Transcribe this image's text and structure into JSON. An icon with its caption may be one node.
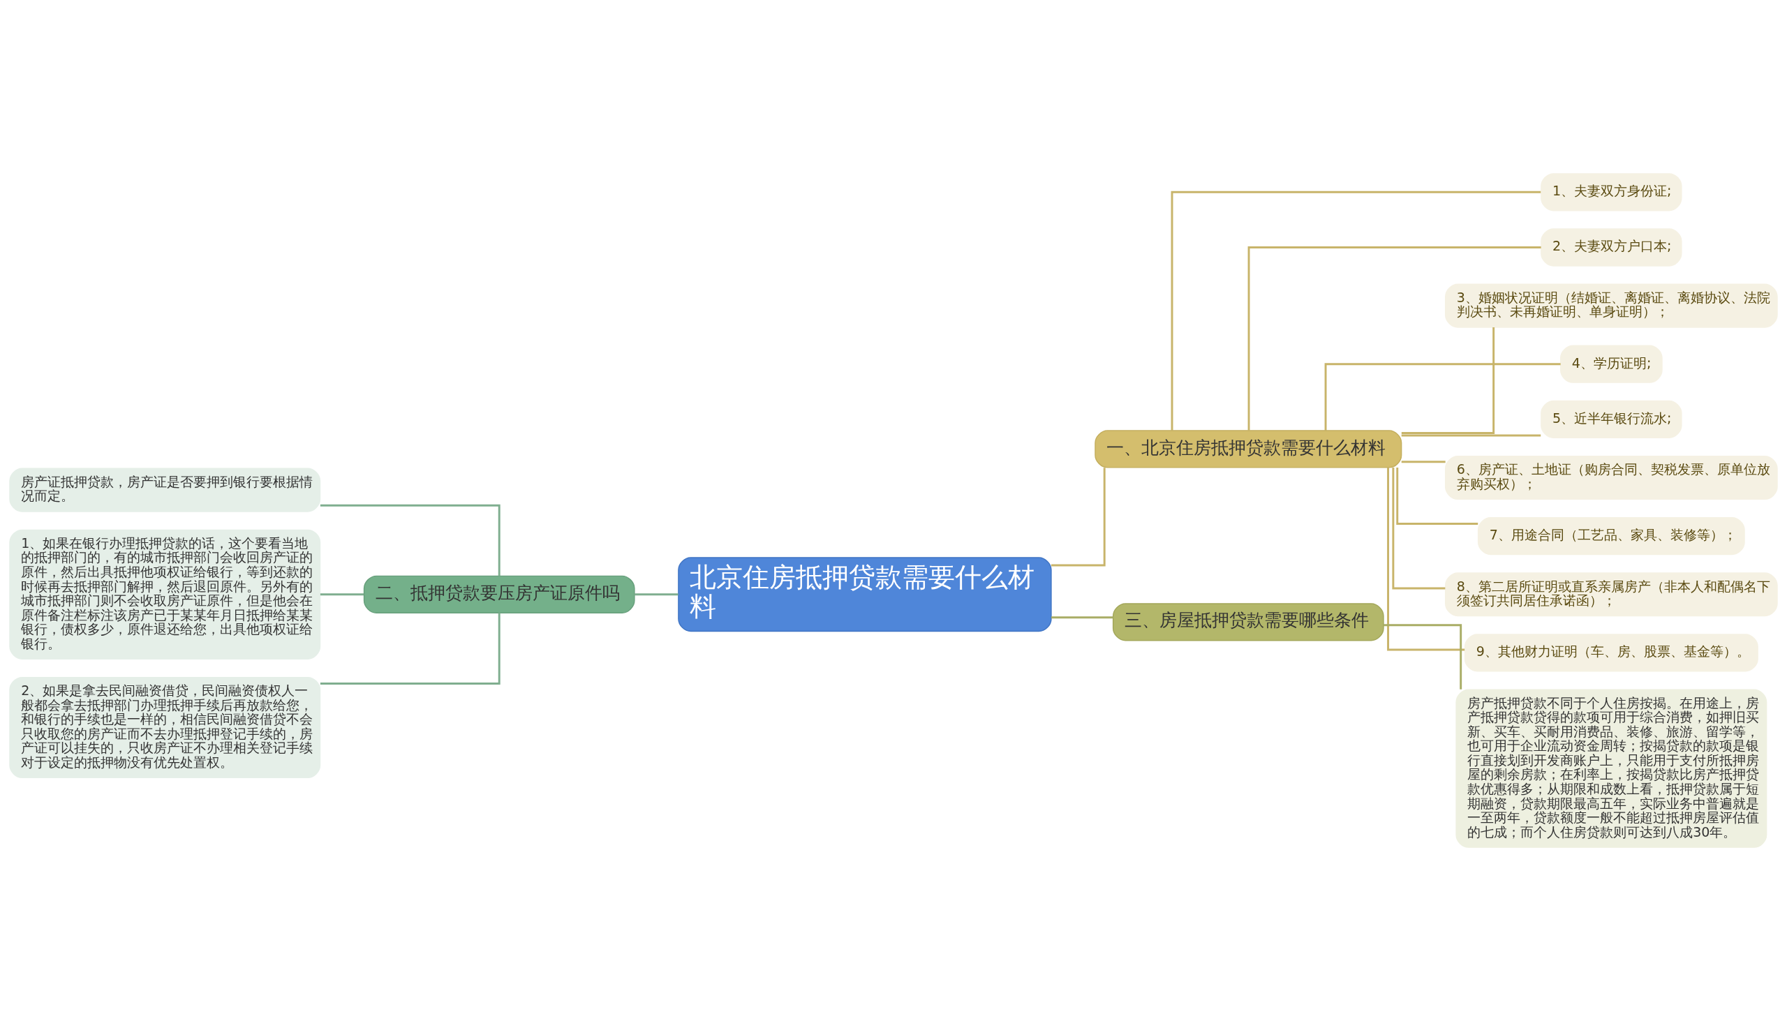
{
  "diagram": {
    "nodes": [
      {
        "text": [
          "北京住房抵押贷款需要什么材料"
        ]
      },
      {
        "text": [
          "一、北京住房抵押贷款需要什么材料"
        ]
      },
      {
        "text": [
          "1、夫妻双方身份证;"
        ]
      },
      {
        "text": [
          "2、夫妻双方户口本;"
        ]
      },
      {
        "text": [
          "3、婚姻状况证明（结婚证、离婚证、离婚协议、法院判决书、未再婚证明、单身证明）；"
        ]
      },
      {
        "text": [
          "4、学历证明;"
        ]
      },
      {
        "text": [
          "5、近半年银行流水;"
        ]
      },
      {
        "text": [
          "6、房产证、土地证（购房合同、契税发票、原单位放弃购买权）；"
        ]
      },
      {
        "text": [
          "7、用途合同（工艺品、家具、装修等）；"
        ]
      },
      {
        "text": [
          "8、第二居所证明或直系亲属房产（非本人和配偶名下须签订共同居住承诺函）；"
        ]
      },
      {
        "text": [
          "9、其他财力证明（车、房、股票、基金等）。"
        ]
      },
      {
        "text": [
          "二、抵押贷款要压房产证原件吗"
        ]
      },
      {
        "text": [
          "房产证抵押贷款，房产证是否要押到银行要根据情况而定。"
        ]
      },
      {
        "text": [
          "1、如果在银行办理抵押贷款的话，这个要看当地的抵押部门的，有的城市抵押部门会收回房产证的原件，然后出具抵押他项权证给银行，等到还款的时候再去抵押部门解押，然后退回原件。另外有的城市抵押部门则不会收取房产证原件，但是他会在原件备注栏标注该房产已于某某年月日抵押给某某银行，债权多少，原件退还给您，出具他项权证给银行。"
        ]
      },
      {
        "text": [
          "2、如果是拿去民间融资借贷，民间融资债权人一般都会拿去抵押部门办理抵押手续后再放款给您，和银行的手续也是一样的，相信民间融资借贷不会只收取您的房产证而不去办理抵押登记手续的，房产证可以挂失的，只收房产证不办理相关登记手续对于设定的抵押物没有优先处置权。"
        ]
      },
      {
        "text": [
          "三、房屋抵押贷款需要哪些条件"
        ]
      },
      {
        "text": [
          "房产抵押贷款不同于个人住房按揭。在用途上，房产抵押贷款贷得的款项可用于综合消费，如押旧买新、买车、买耐用消费品、装修、旅游、留学等，也可用于企业流动资金周转；按揭贷款的款项是银行直接划到开发商账户上，只能用于支付所抵押房屋的剩余房款；在利率上，按揭贷款比房产抵押贷款优惠得多；从期限和成数上看，抵押贷款属于短期融资，贷款期限最高五年，实际业务中普遍就是一至两年，贷款额度一般不能超过抵押房屋评估值的七成；而个人住房贷款则可达到八成30年。"
        ]
      }
    ],
    "edges": [
      {
        "from": 0,
        "to": 1,
        "arrow": "none"
      },
      {
        "from": 1,
        "to": 2,
        "arrow": "none"
      },
      {
        "from": 1,
        "to": 3,
        "arrow": "none"
      },
      {
        "from": 1,
        "to": 4,
        "arrow": "none"
      },
      {
        "from": 1,
        "to": 5,
        "arrow": "none"
      },
      {
        "from": 1,
        "to": 6,
        "arrow": "none"
      },
      {
        "from": 1,
        "to": 7,
        "arrow": "none"
      },
      {
        "from": 1,
        "to": 8,
        "arrow": "none"
      },
      {
        "from": 1,
        "to": 9,
        "arrow": "none"
      },
      {
        "from": 1,
        "to": 10,
        "arrow": "none"
      },
      {
        "from": 11,
        "to": 0,
        "arrow": "none",
        "color": "#7fae8f"
      },
      {
        "from": 12,
        "to": 11,
        "arrow": "none",
        "color": "#7fae8f"
      },
      {
        "from": 13,
        "to": 11,
        "arrow": "none",
        "color": "#7fae8f"
      },
      {
        "from": 14,
        "to": 11,
        "arrow": "none",
        "color": "#7fae8f"
      },
      {
        "from": 0,
        "to": 15,
        "arrow": "none",
        "color": "#a9ad66"
      },
      {
        "from": 15,
        "to": 16,
        "arrow": "none",
        "color": "#a9ad66"
      }
    ]
  }
}
